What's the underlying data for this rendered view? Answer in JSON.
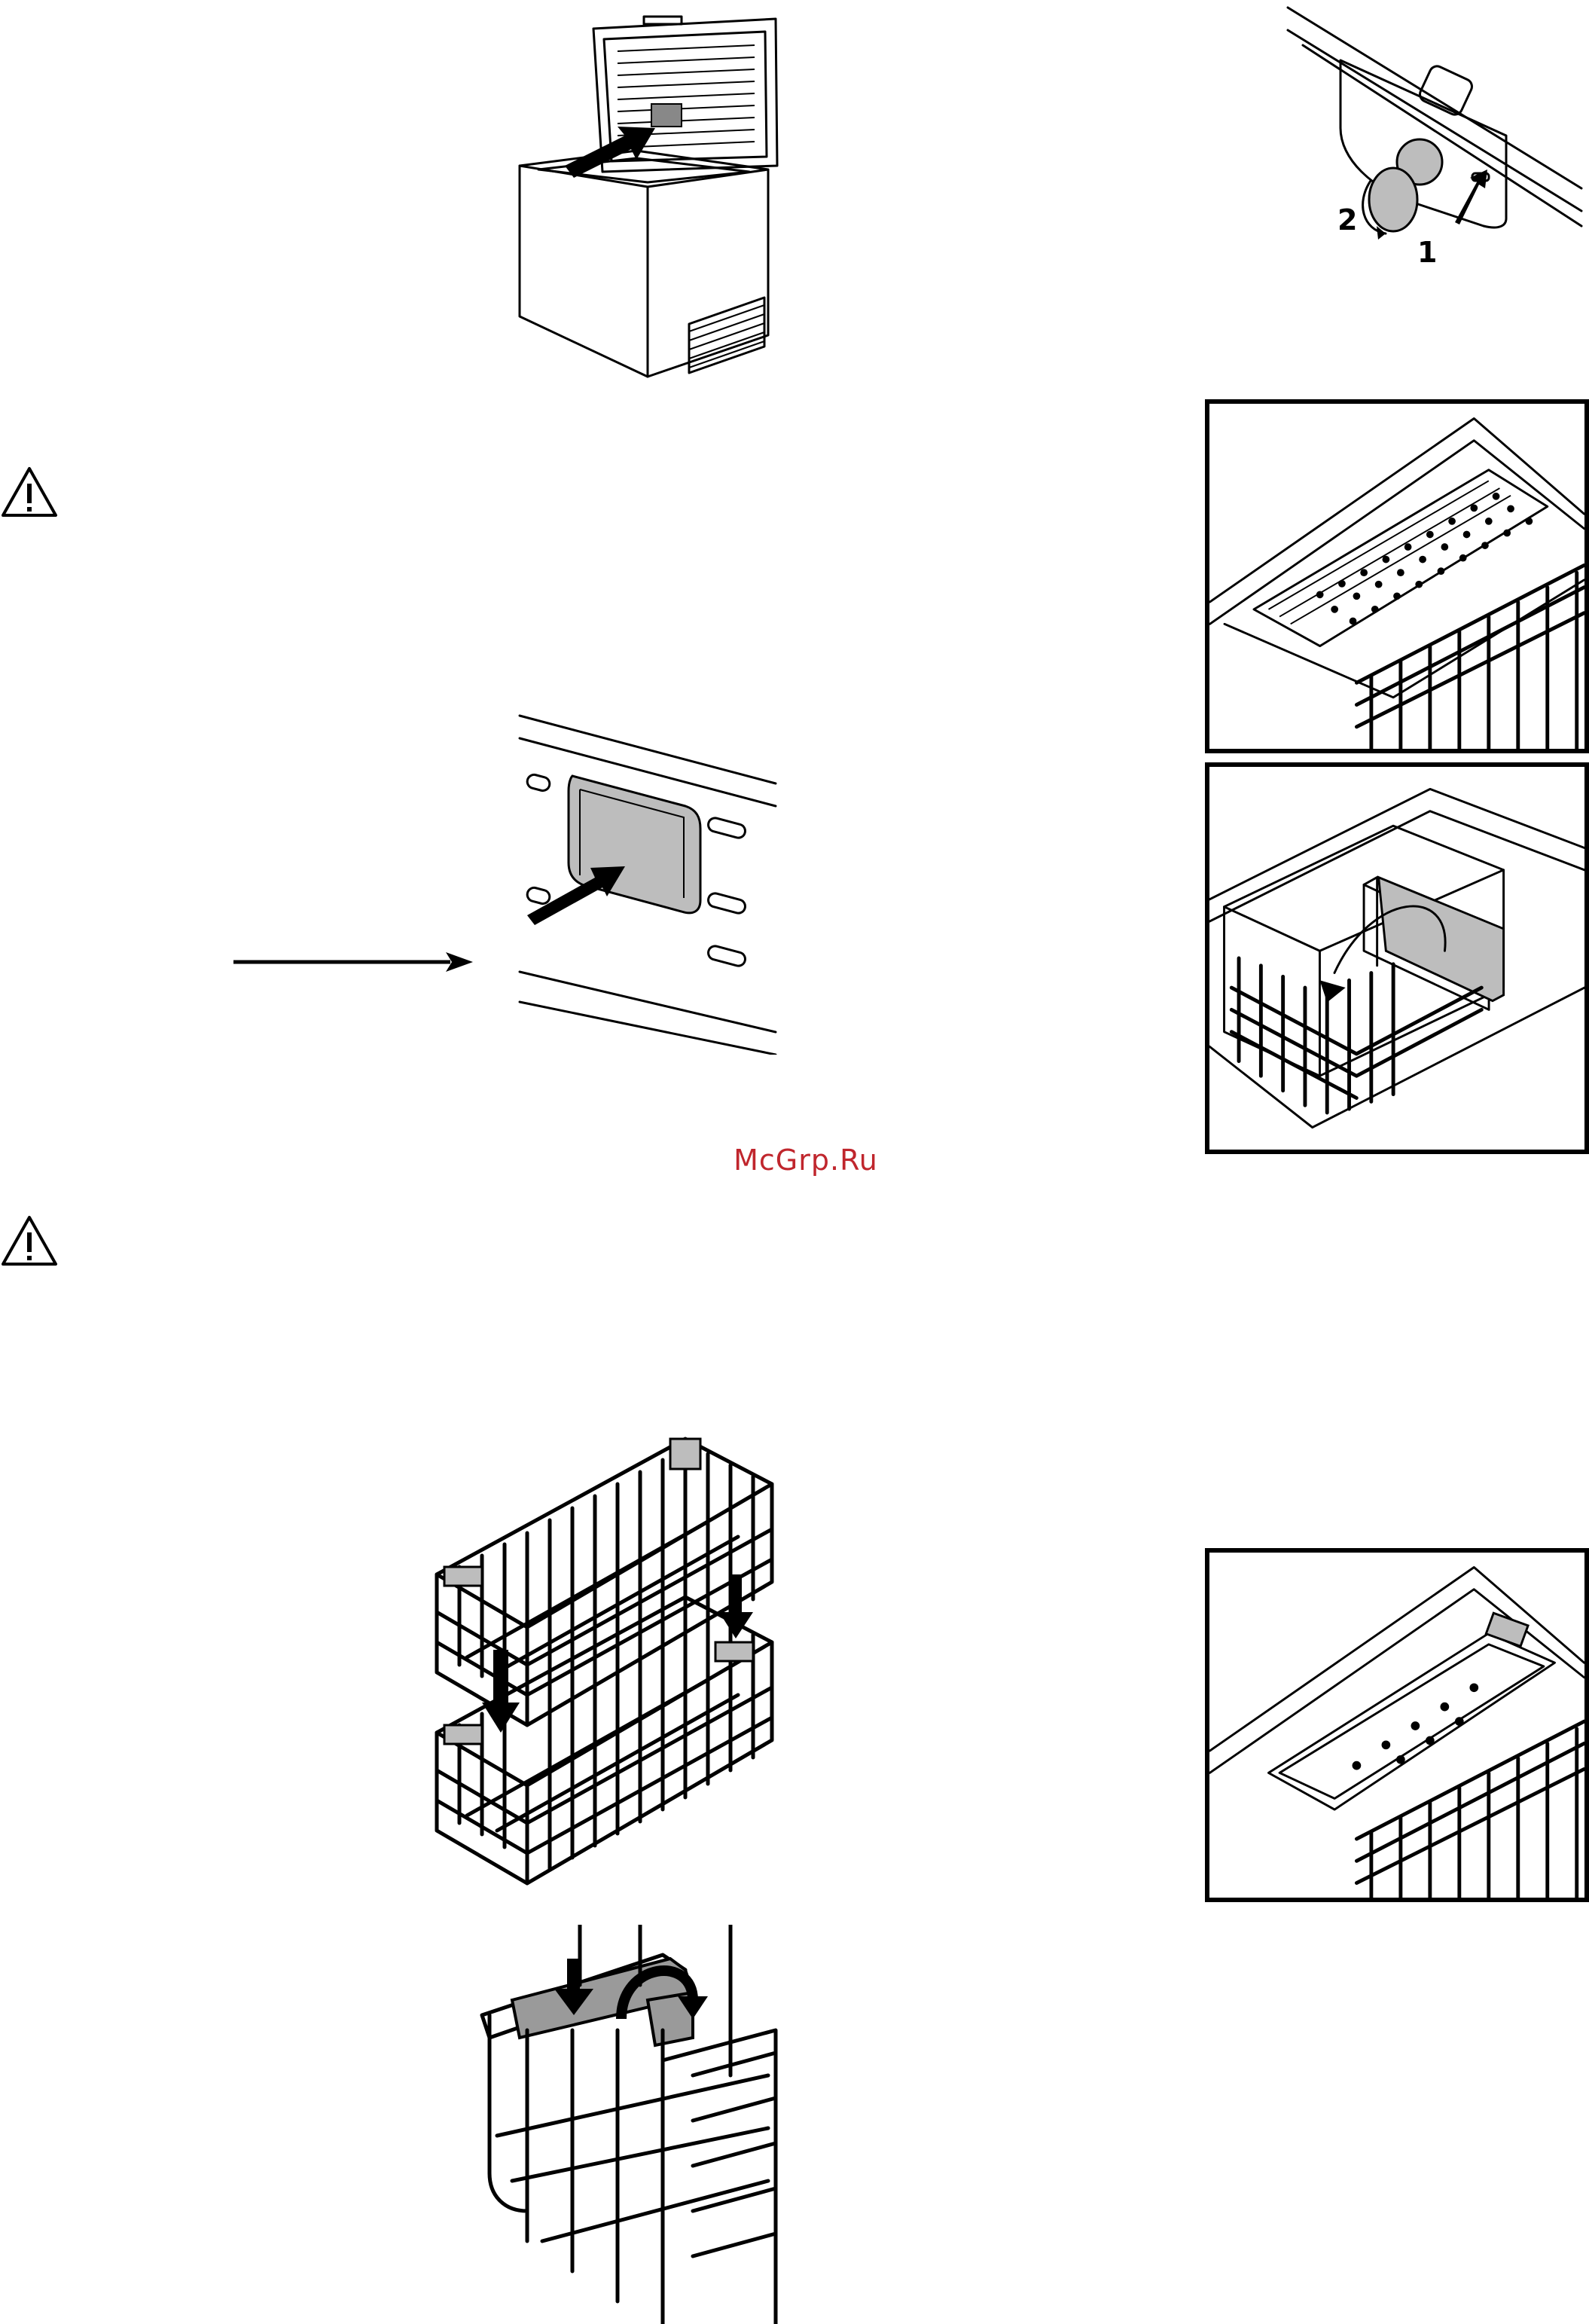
{
  "watermark": {
    "text": "McGrp.Ru"
  },
  "figures": {
    "lock": {
      "label_1": "1",
      "label_2": "2"
    }
  },
  "icons": {
    "warning": "warning-triangle-icon",
    "arrow": "arrow-right-icon"
  },
  "colors": {
    "ink": "#000000",
    "paper": "#ffffff",
    "gray": "#9a9a9a",
    "watermark": "#c0262d"
  }
}
